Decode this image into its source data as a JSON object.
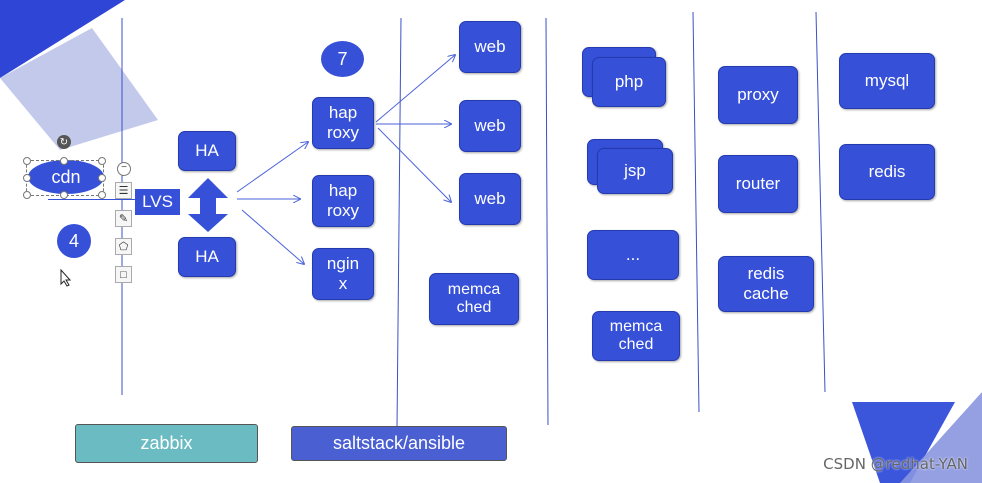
{
  "top_circle": "7",
  "left_circle": "4",
  "cdn": "cdn",
  "lvs": "LVS",
  "ha": [
    "HA",
    "HA"
  ],
  "proxies": [
    "hap\nroxy",
    "hap\nroxy",
    "ngin\nx"
  ],
  "web": [
    "web",
    "web",
    "web"
  ],
  "cache_col": "memca\nched",
  "app_col": [
    "php",
    "jsp",
    "...",
    "memca\nched"
  ],
  "mid_col": [
    "proxy",
    "router",
    "redis\ncache"
  ],
  "db_col": [
    "mysql",
    "redis"
  ],
  "bottom": {
    "zabbix": "zabbix",
    "saltstack": "saltstack/ansible"
  },
  "watermark": "CSDN @redhat-YAN",
  "colors": {
    "box": "#3650d8",
    "zabbix": "#6bbcc2",
    "saltstack": "#4a5fd2",
    "accent_triangle": "#2f45d6"
  },
  "editor_tools": [
    "minus-icon",
    "layers-icon",
    "pen-icon",
    "eraser-icon",
    "square-icon",
    "rotate-icon"
  ]
}
